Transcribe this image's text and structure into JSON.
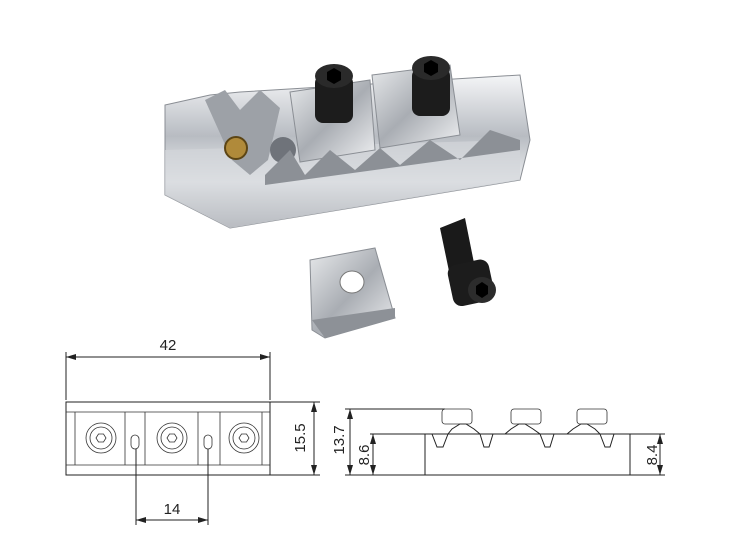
{
  "dimensions": {
    "width": "42",
    "height_top": "15.5",
    "spacing": "14",
    "total_height": "13.7",
    "left_height": "8.6",
    "right_height": "8.4"
  },
  "colors": {
    "chrome": "#c9ccd0",
    "screw": "#1a1a1a",
    "line": "#222222"
  }
}
